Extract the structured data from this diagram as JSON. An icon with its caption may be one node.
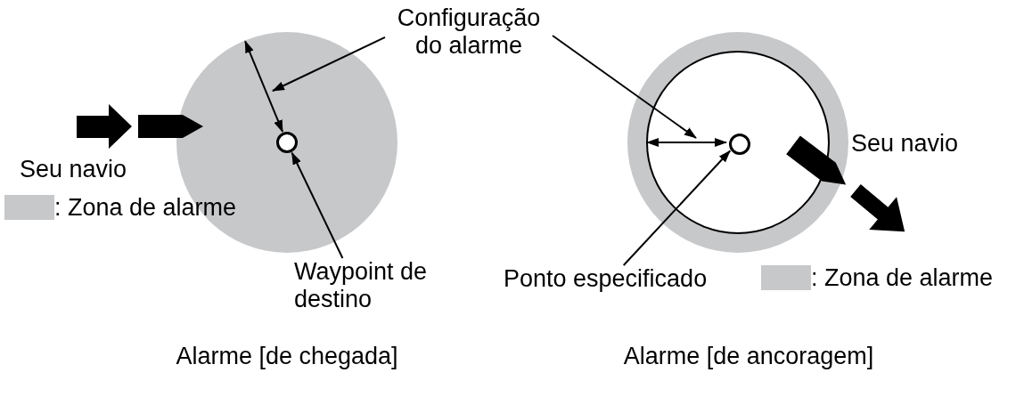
{
  "diagram": {
    "nodes": [
      {
        "text": [
          "Configuração do alarme"
        ]
      },
      {
        "text": [],
        "shape": "circle"
      },
      {
        "text": [],
        "shape": "circle",
        "in": 1
      },
      {
        "text": [
          "Seu navio"
        ]
      },
      {
        "text": [
          "Waypoint de destino"
        ]
      },
      {
        "text": [],
        "shape": "circle"
      },
      {
        "text": [],
        "shape": "circle",
        "in": 5
      },
      {
        "text": [],
        "shape": "circle",
        "in": 6
      },
      {
        "text": [
          "Seu navio"
        ]
      },
      {
        "text": [
          "Ponto especificado"
        ]
      }
    ],
    "edges": [
      {
        "from": 0,
        "to": null,
        "arrow": "to"
      },
      {
        "from": 0,
        "to": null,
        "arrow": "to"
      },
      {
        "from": 4,
        "to": 2,
        "arrow": "to"
      },
      {
        "from": 9,
        "to": 7,
        "arrow": "to"
      },
      {
        "from": 2,
        "to": 1,
        "arrow": "both"
      },
      {
        "from": 7,
        "to": 6,
        "arrow": "both"
      }
    ],
    "labels": [
      "Alarme [de chegada]",
      "Alarme [de ancoragem]"
    ],
    "legend": [
      {
        "text": ": Zona de alarme",
        "color": "#c7c8ca"
      },
      {
        "text": ": Zona de alarme",
        "color": "#c7c8ca"
      }
    ]
  }
}
